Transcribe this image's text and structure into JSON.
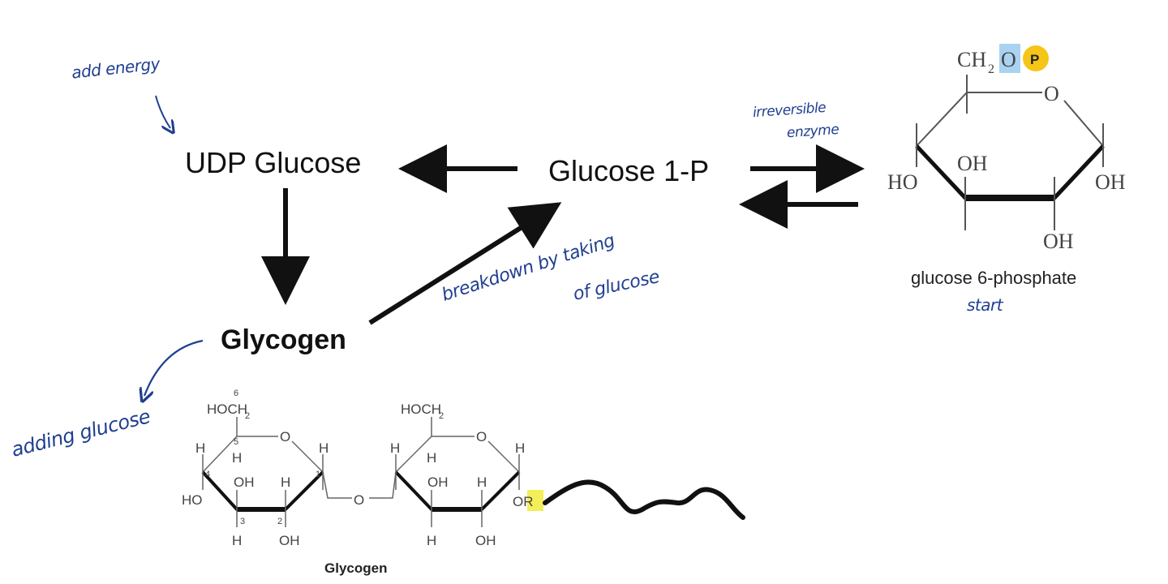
{
  "nodes": {
    "udp_glucose": "UDP Glucose",
    "glucose_1p": "Glucose 1-P",
    "glycogen": "Glycogen"
  },
  "annotations": {
    "add_energy": "add energy",
    "irreversible_line1": "irreversible",
    "irreversible_line2": "enzyme",
    "breakdown_line1": "breakdown by taking",
    "breakdown_line2": "of glucose",
    "start": "start",
    "adding_glucose": "adding glucose"
  },
  "g6p_structure": {
    "caption": "glucose 6-phosphate",
    "ch2o_ch": "CH",
    "ch2o_sub": "2",
    "ch2o_o": "O",
    "phosphate": "P",
    "ring_o": "O",
    "oh_left": "HO",
    "oh_inner": "OH",
    "oh_right": "OH",
    "oh_bottom": "OH"
  },
  "glycogen_structure": {
    "caption": "Glycogen",
    "hoch2": "HOCH",
    "sub2": "2",
    "o": "O",
    "h": "H",
    "oh": "OH",
    "ho": "HO",
    "or": "OR",
    "n6": "6",
    "n5": "5",
    "n4": "4",
    "n3": "3",
    "n2": "2",
    "n1": "1"
  },
  "colors": {
    "ink": "#111111",
    "handwriting": "#1f3f8f",
    "phosphate_fill": "#f5c518",
    "highlight_blue": "#a9d3f0",
    "highlight_yellow": "#f4ee5a"
  }
}
